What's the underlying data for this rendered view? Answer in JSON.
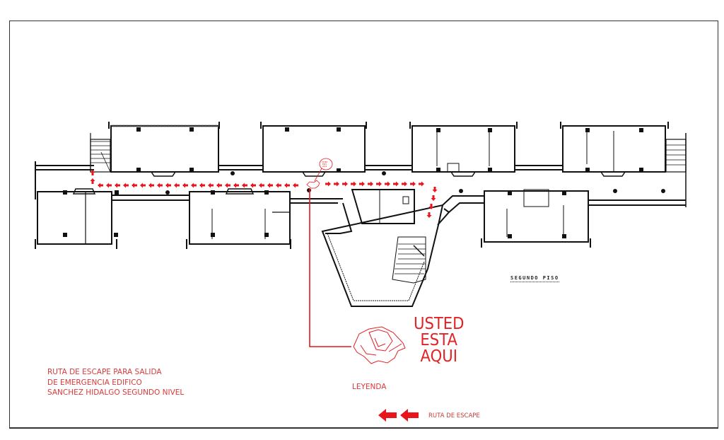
{
  "map": {
    "floor_label": "SEGUNDO PISO",
    "you_are_here": {
      "lines": [
        "USTED",
        "ESTA",
        "AQUI"
      ],
      "callout_text": "USTED ESTA AQUI"
    },
    "caption": {
      "lines": [
        "RUTA DE ESCAPE PARA SALIDA",
        "DE EMERGENCIA EDIFICO",
        "SANCHEZ HIDALGO SEGUNDO NIVEL"
      ]
    },
    "legend": {
      "title": "LEYENDA",
      "items": [
        {
          "icon": "arrow-left-icon",
          "label": "RUTA DE ESCAPE"
        }
      ]
    },
    "colors": {
      "route": "#e8161c",
      "text_red": "#d83a3a",
      "walls": "#111111",
      "frame": "#333333"
    }
  }
}
